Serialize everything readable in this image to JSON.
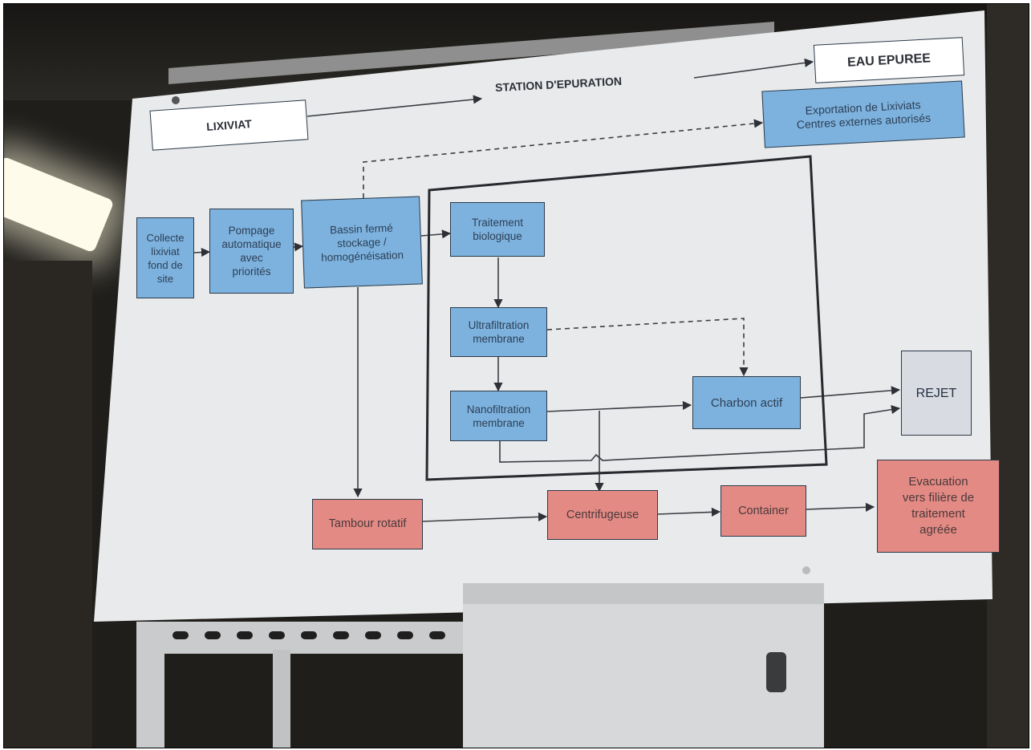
{
  "diagram": {
    "header": {
      "source": "LIXIVIAT",
      "process": "STATION D'EPURATION",
      "output": "EAU EPUREE"
    },
    "nodes": {
      "collecte": "Collecte\nlixiviat\nfond de\nsite",
      "pompage": "Pompage\nautomatique\navec\npriorités",
      "bassin": "Bassin fermé\nstockage /\nhomogénéisation",
      "export": "Exportation de Lixiviats\nCentres externes autorisés",
      "traitement": "Traitement\nbiologique",
      "ultra": "Ultrafiltration\nmembrane",
      "nano": "Nanofiltration\nmembrane",
      "charbon": "Charbon actif",
      "rejet": "REJET",
      "tambour": "Tambour rotatif",
      "centri": "Centrifugeuse",
      "container": "Container",
      "evac": "Evacuation\nvers filière de\ntraitement\nagréée"
    },
    "colors": {
      "treatment_blue": "#7db2de",
      "sludge_red": "#e48a84",
      "discharge_gray": "#d9dbe3",
      "board": "#e9eaec",
      "line": "#3a3d42"
    }
  }
}
